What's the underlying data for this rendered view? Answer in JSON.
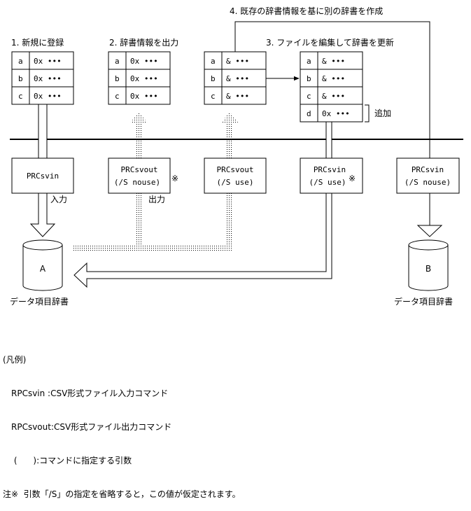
{
  "steps": {
    "s1": "1. 新規に登録",
    "s2": "2. 辞書情報を出力",
    "s3": "3. ファイルを編集して辞書を更新",
    "s4": "4. 既存の辞書情報を基に別の辞書を作成"
  },
  "tables": {
    "t1": [
      [
        "a",
        "0x •••"
      ],
      [
        "b",
        "0x •••"
      ],
      [
        "c",
        "0x •••"
      ]
    ],
    "t2": [
      [
        "a",
        "0x •••"
      ],
      [
        "b",
        "0x •••"
      ],
      [
        "c",
        "0x •••"
      ]
    ],
    "t3": [
      [
        "a",
        "& •••"
      ],
      [
        "b",
        "& •••"
      ],
      [
        "c",
        "& •••"
      ]
    ],
    "t4": [
      [
        "a",
        "& •••"
      ],
      [
        "b",
        "& •••"
      ],
      [
        "c",
        "& •••"
      ],
      [
        "d",
        "0x •••"
      ]
    ]
  },
  "add_label": "追加",
  "commands": {
    "c1": [
      "PRCsvin"
    ],
    "c2": [
      "PRCsvout",
      "(/S nouse)"
    ],
    "c3": [
      "PRCsvout",
      "(/S use)"
    ],
    "c4": [
      "PRCsvin",
      "(/S use)"
    ],
    "c5": [
      "PRCsvin",
      "(/S nouse)"
    ]
  },
  "note_mark": "※",
  "input_label": "入力",
  "output_label": "出力",
  "db": {
    "a_letter": "A",
    "b_letter": "B",
    "a_caption": "データ項目辞書",
    "b_caption": "データ項目辞書"
  },
  "legend": {
    "title": "(凡例)",
    "line1": "RPCsvin :CSV形式ファイル入力コマンド",
    "line2": "RPCsvout:CSV形式ファイル出力コマンド",
    "line3": " (      ):コマンドに指定する引数",
    "note": "注※  引数「/S」の指定を省略すると，この値が仮定されます。"
  }
}
